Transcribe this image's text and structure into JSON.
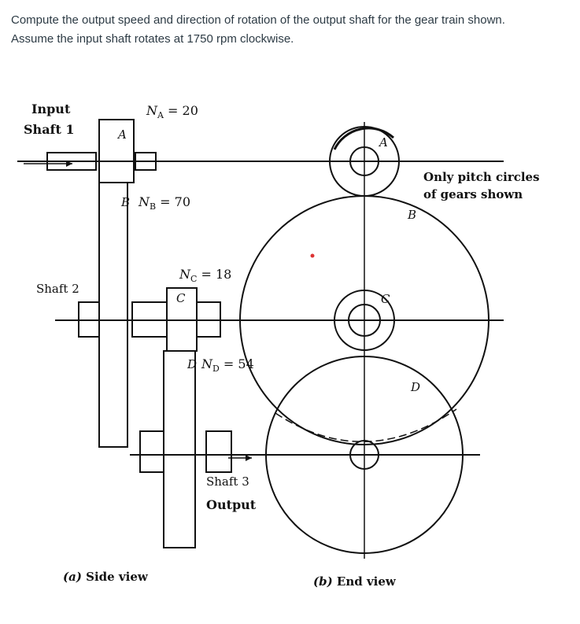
{
  "question": {
    "line1": "Compute the output speed and direction of rotation of the output shaft for the gear train shown.",
    "line2": "Assume the input shaft rotates at 1750 rpm clockwise."
  },
  "figure": {
    "input_label": "Input",
    "shaft1_label": "Shaft 1",
    "shaft2_label": "Shaft 2",
    "shaft3_label": "Shaft 3",
    "output_label": "Output",
    "na_label": "N",
    "na_sub": "A",
    "na_value": " = 20",
    "nb_label": "N",
    "nb_sub": "B",
    "nb_value": " = 70",
    "nc_label": "N",
    "nc_sub": "C",
    "nc_value": " = 18",
    "nd_label": "N",
    "nd_sub": "D",
    "nd_value": " = 54",
    "gear_a": "A",
    "gear_b": "B",
    "gear_c": "C",
    "gear_d": "D",
    "side_view_prefix": "(a)",
    "side_view": " Side view",
    "end_view_prefix": "(b)",
    "end_view": " End view",
    "pitch_note_1": "Only pitch circles",
    "pitch_note_2": "of gears shown"
  }
}
